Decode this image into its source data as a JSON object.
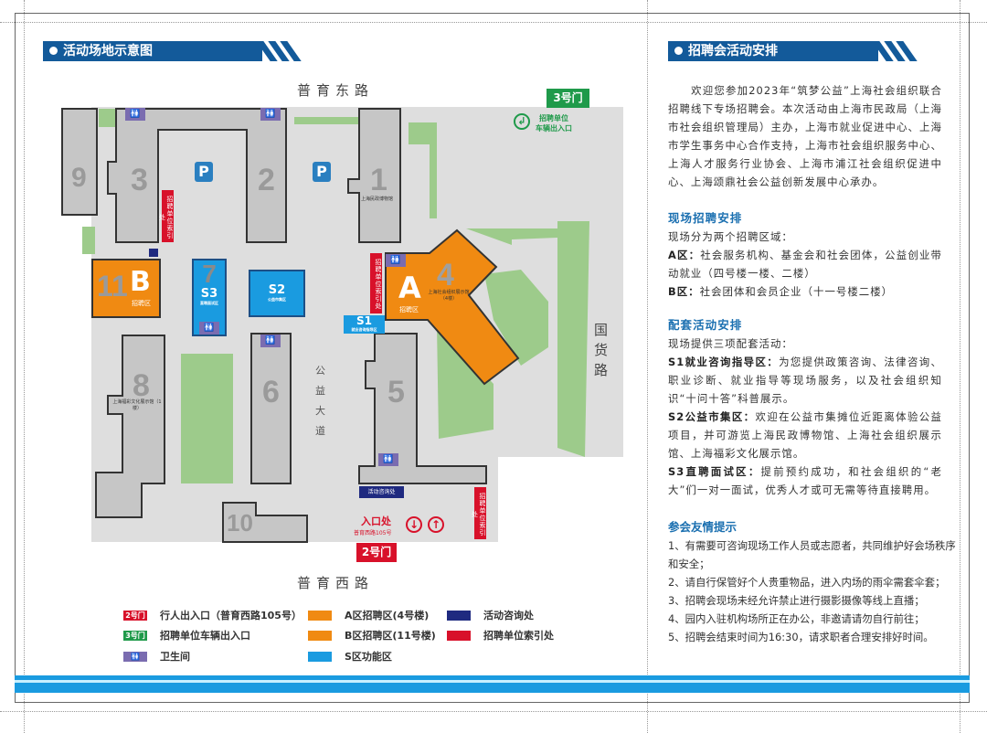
{
  "left": {
    "header": "活动场地示意图",
    "roads": {
      "north": "普育东路",
      "south": "普育西路",
      "east": "国货路",
      "avenue": "公益大道"
    },
    "buildings": [
      "1",
      "2",
      "3",
      "4",
      "5",
      "6",
      "7",
      "8",
      "9",
      "10",
      "11"
    ],
    "building_captions": {
      "b1": "上海民政博物馆",
      "b4": "上海社会组织展示馆（4楼）",
      "b8": "上海福彩文化展示馆（1楼）"
    },
    "zones": {
      "A": {
        "letter": "A",
        "caption": "招聘区"
      },
      "B": {
        "letter": "B",
        "caption": "招聘区"
      },
      "S1": {
        "label": "S1",
        "caption": "就业咨询指导区"
      },
      "S2": {
        "label": "S2",
        "caption": "公益市集区"
      },
      "S3": {
        "label": "S3",
        "caption": "直聘面试区"
      }
    },
    "parking": "P",
    "index_sign": "招聘单位索引处",
    "consult_desk": "活动咨询处",
    "entrance": {
      "title": "入口处",
      "address": "普育西路105号",
      "gate": "2号门"
    },
    "gate3": {
      "label": "3号门",
      "line1": "招聘单位",
      "line2": "车辆出入口"
    },
    "legend": [
      {
        "swatch": "2号门",
        "label": "行人出入口（普育西路105号）",
        "color": "#d8112a"
      },
      {
        "swatch": "3号门",
        "label": "招聘单位车辆出入口",
        "color": "#1f9a4a"
      },
      {
        "swatch": "🚻",
        "label": "卫生间",
        "color": "#7a6cb0"
      },
      {
        "swatch": "",
        "label": "A区招聘区(4号楼)",
        "color": "#f08a12"
      },
      {
        "swatch": "",
        "label": "B区招聘区(11号楼)",
        "color": "#f08a12"
      },
      {
        "swatch": "",
        "label": "S区功能区",
        "color": "#1a9be0"
      },
      {
        "swatch": "",
        "label": "活动咨询处",
        "color": "#1f2a80"
      },
      {
        "swatch": "",
        "label": "招聘单位索引处",
        "color": "#d8112a"
      }
    ]
  },
  "right": {
    "header": "招聘会活动安排",
    "intro": "欢迎您参加2023年“筑梦公益”上海社会组织联合招聘线下专场招聘会。本次活动由上海市民政局（上海市社会组织管理局）主办，上海市就业促进中心、上海市学生事务中心合作支持，上海市社会组织服务中心、上海人才服务行业协会、上海市浦江社会组织促进中心、上海颂鼎社会公益创新发展中心承办。",
    "s1": {
      "title": "现场招聘安排",
      "lead": "现场分为两个招聘区域：",
      "a_key": "A区：",
      "a_text": "社会服务机构、基金会和社会团体，公益创业带动就业（四号楼一楼、二楼）",
      "b_key": "B区：",
      "b_text": "社会团体和会员企业（十一号楼二楼）"
    },
    "s2": {
      "title": "配套活动安排",
      "lead": "现场提供三项配套活动：",
      "items": [
        {
          "key": "S1就业咨询指导区：",
          "text": "为您提供政策咨询、法律咨询、职业诊断、就业指导等现场服务，以及社会组织知识“十问十答”科普展示。"
        },
        {
          "key": "S2公益市集区：",
          "text": "欢迎在公益市集摊位近距离体验公益项目，并可游览上海民政博物馆、上海社会组织展示馆、上海福彩文化展示馆。"
        },
        {
          "key": "S3直聘面试区：",
          "text": "提前预约成功，和社会组织的“老大”们一对一面试，优秀人才或可无需等待直接聘用。"
        }
      ]
    },
    "s3": {
      "title": "参会友情提示",
      "items": [
        "1、有需要可咨询现场工作人员或志愿者，共同维护好会场秩序和安全；",
        "2、请自行保管好个人贵重物品，进入内场的雨伞需套伞套；",
        "3、招聘会现场未经允许禁止进行摄影摄像等线上直播；",
        "4、园内入驻机构场所正在办公，非邀请请勿自行前往；",
        "5、招聘会结束时间为16:30，请求职者合理安排好时间。"
      ]
    }
  },
  "colors": {
    "header": "#135a9a",
    "orange": "#f08a12",
    "sblue": "#1a9be0",
    "red": "#d8112a",
    "green": "#1f9a4a",
    "navy": "#1f2a80"
  }
}
